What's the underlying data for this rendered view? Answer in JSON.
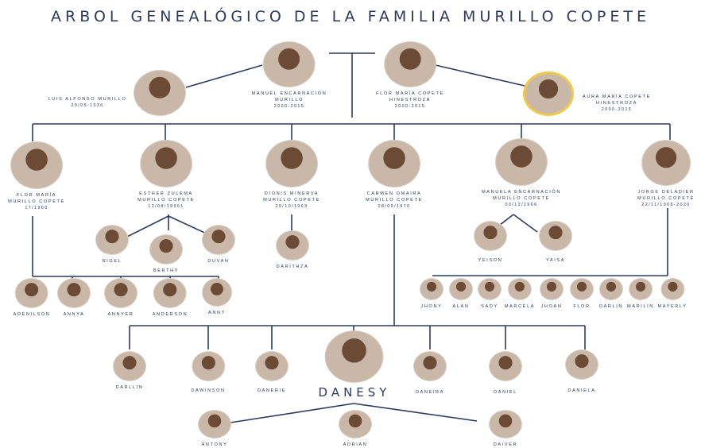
{
  "title": "ARBOL GENEALÓGICO DE LA FAMILIA MURILLO COPETE",
  "colors": {
    "line": "#2b3a5e",
    "text": "#2b3a5e",
    "accent": "#f0c84a"
  },
  "people": {
    "luis": {
      "name": "LUIS ALFONSO MURILLO",
      "dates": "29/05-1936"
    },
    "manuel_sr": {
      "name1": "MANUEL ENCARNACIÓN",
      "name2": "MURILLO",
      "dates": "2000-2015"
    },
    "flor_maria_sr": {
      "name1": "FLOR MARÍA COPETE",
      "name2": "HINESTROZA",
      "dates": "2000-2015"
    },
    "aura": {
      "name1": "AURA MARÍA COPETE",
      "name2": "HINESTROZA",
      "dates": "2000-2015"
    },
    "flor_maria": {
      "name1": "FLOR MARÍA",
      "name2": "MURILLO COPETE",
      "dates": "17/1960"
    },
    "esther": {
      "name1": "ESTHER ZULEMA",
      "name2": "MURILLO COPETE",
      "dates": "12/08/19961"
    },
    "dionis": {
      "name1": "DIONIS MINERVA",
      "name2": "MURILLO COPETE",
      "dates": "29/10/1963"
    },
    "carmen": {
      "name1": "CARMEN OMAIRA",
      "name2": "MURILLO COPETE",
      "dates": "08/09/1970"
    },
    "manuela": {
      "name1": "MANUELA ENCARNACIÓN",
      "name2": "MURILLO COPETE",
      "dates": "03/12/1966"
    },
    "jorge": {
      "name1": "JORGE DELADIER",
      "name2": "MURILLO COPETE",
      "dates": "22/11/1968-2020"
    },
    "nigel": "NIGEL",
    "berthy": "BERTHY",
    "duvan": "DUVAN",
    "darithza": "DARITHZA",
    "yeison": "YEISON",
    "yaisa": "YAISA",
    "adenilson": "ADENILSON",
    "annya": "ANNYA",
    "annyer": "ANNYER",
    "anderson": "ANDERSON",
    "anny": "ANNY",
    "jhony": "JHONY",
    "alan": "ALAN",
    "sady": "SADY",
    "marcela": "MARCELA",
    "jhoan": "JHOAN",
    "flor": "FLOR",
    "darlin": "DARLIN",
    "marilin": "MARILIN",
    "mayerly": "MAYERLY",
    "darllin": "DARLLIN",
    "dawinson": "DAWINSON",
    "danerie": "DANERIE",
    "danesy": "DANESY",
    "daneira": "DANEIRA",
    "daniel": "DANIEL",
    "daniela": "DANIELA",
    "antony": "ANTONY",
    "adrian": "ADRIAN",
    "daiver": "DAIVER"
  }
}
